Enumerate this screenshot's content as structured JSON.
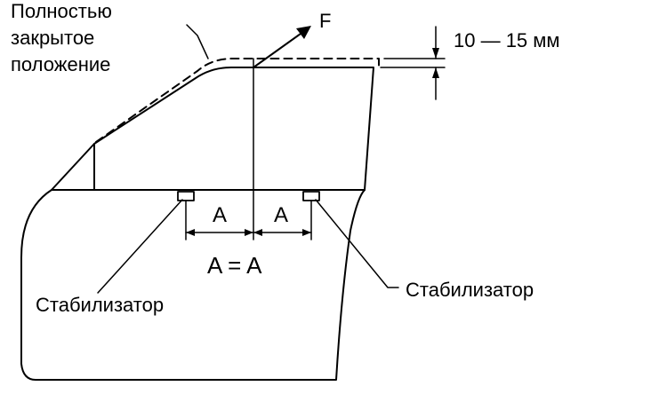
{
  "labels": {
    "closed_position_line1": "Полностью",
    "closed_position_line2": "закрытое",
    "closed_position_line3": "положение",
    "force": "F",
    "gap": "10 — 15 мм",
    "dim_left": "A",
    "dim_right": "A",
    "equality": "A = A",
    "stabilizer_left": "Стабилизатор",
    "stabilizer_right": "Стабилизатор"
  },
  "colors": {
    "ink": "#000000",
    "paper": "#ffffff"
  }
}
